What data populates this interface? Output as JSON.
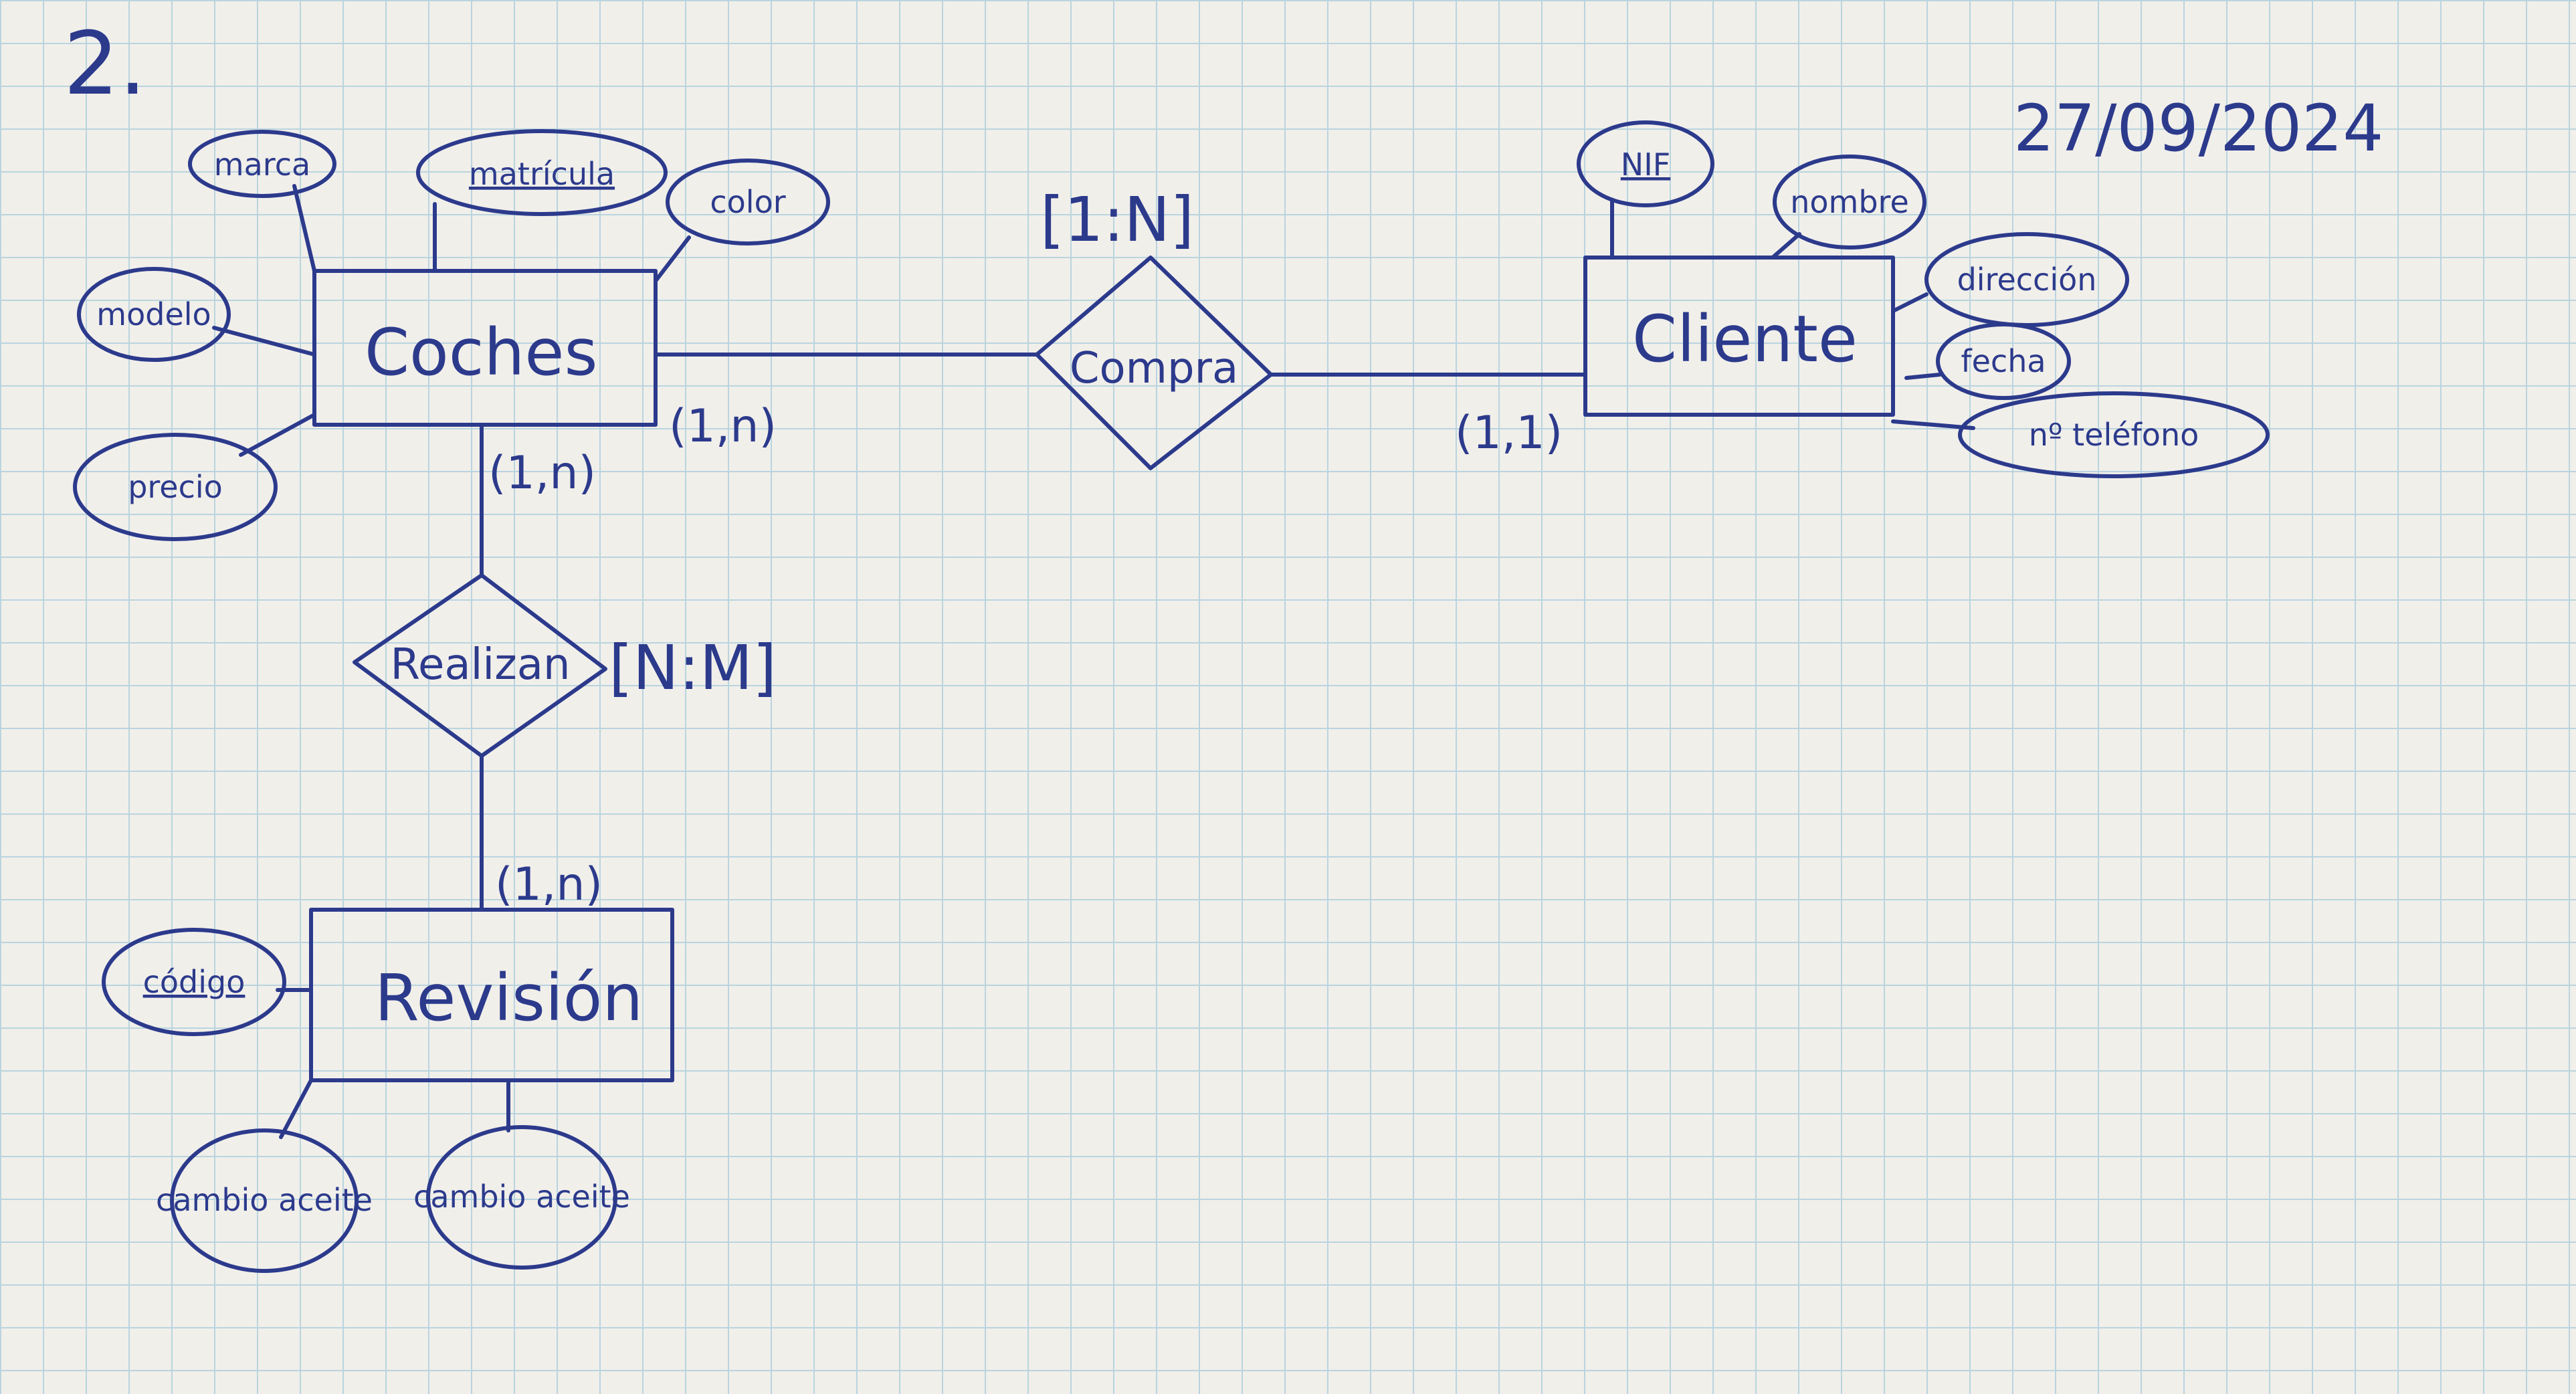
{
  "header": {
    "number": "2.",
    "date": "27/09/2024"
  },
  "entities": {
    "coches": "Coches",
    "cliente": "Cliente",
    "revision": "Revisión"
  },
  "relationships": {
    "compra": {
      "label": "Compra",
      "ratio": "[1:N]"
    },
    "realizan": {
      "label": "Realizan",
      "ratio": "[N:M]"
    }
  },
  "cardinalities": {
    "coches_compra": "(1,n)",
    "cliente_compra": "(1,1)",
    "coches_realizan": "(1,n)",
    "revision_realizan": "(1,n)"
  },
  "attributes": {
    "coches": [
      "marca",
      "matrícula",
      "color",
      "modelo",
      "precio"
    ],
    "cliente": [
      "NIF",
      "nombre",
      "dirección",
      "fecha",
      "nº teléfono"
    ],
    "revision": [
      "código",
      "cambio aceite",
      "cambio aceite"
    ]
  },
  "colors": {
    "ink": "#2c3a8c",
    "grid": "#b9d4df",
    "paper": "#f1efea"
  }
}
